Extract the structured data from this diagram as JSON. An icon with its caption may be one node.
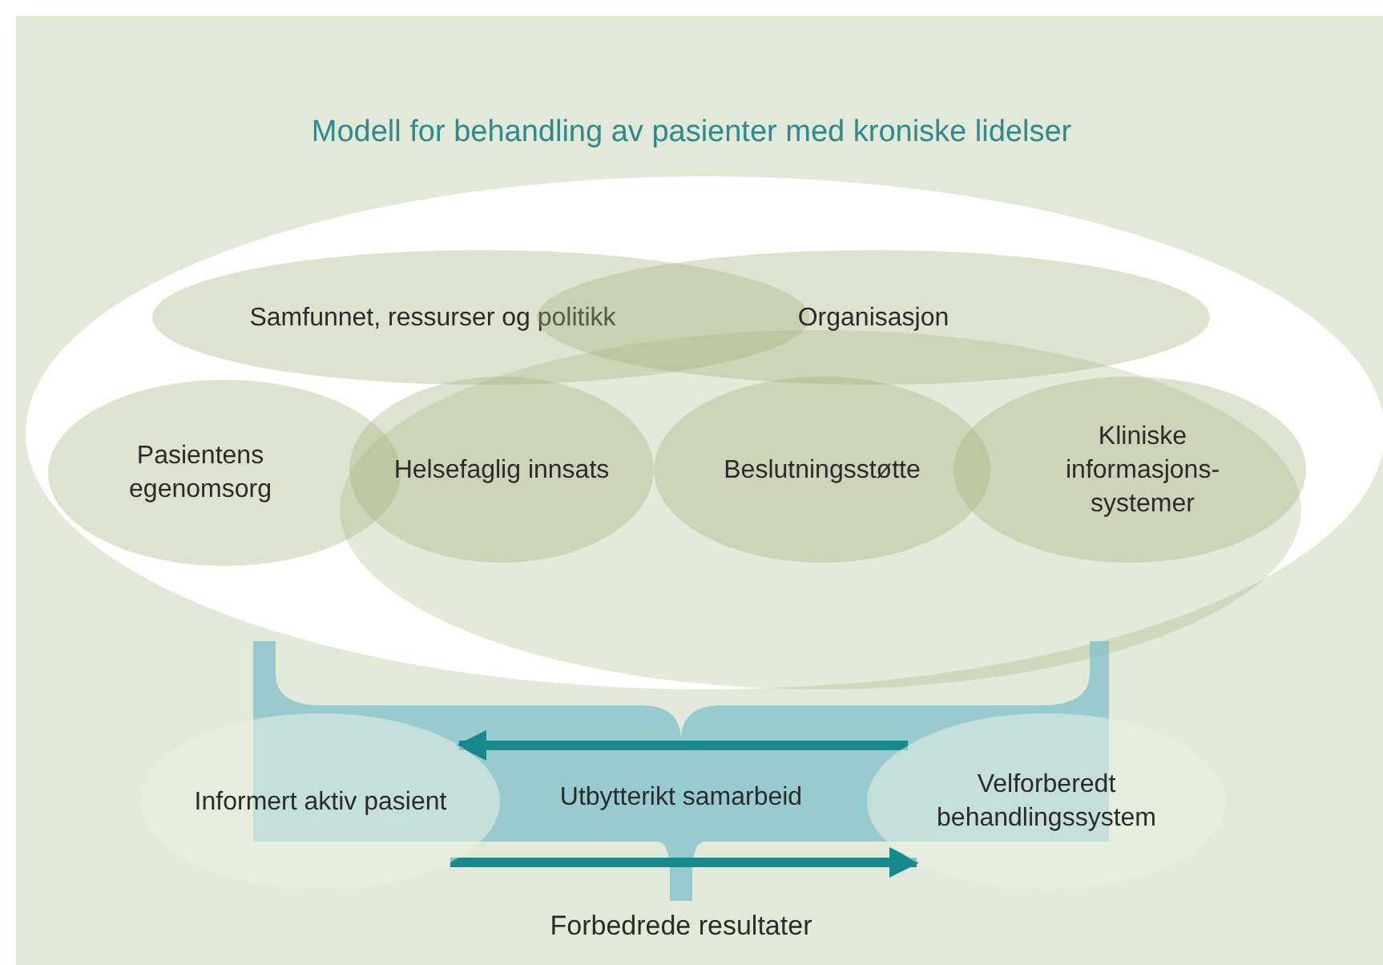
{
  "diagram": {
    "title": "Modell for behandling av pasienter med kroniske lidelser",
    "nodes": [
      {
        "text": [
          "Samfunnet, ressurser og politikk"
        ]
      },
      {
        "text": [
          "Organisasjon"
        ]
      },
      {
        "text": [
          "Pasientens egenomsorg"
        ]
      },
      {
        "text": [
          "Helsefaglig innsats"
        ]
      },
      {
        "text": [
          "Beslutningsstøtte"
        ]
      },
      {
        "text": [
          "Kliniske informasjons- systemer"
        ]
      },
      {
        "text": [
          "Informert aktiv pasient"
        ]
      },
      {
        "text": [
          "Velforberedt behandlingssystem"
        ]
      },
      {
        "text": [
          "Utbytterikt samarbeid"
        ]
      }
    ],
    "edges": [
      {
        "from": 7,
        "to": 6,
        "arrow": "to"
      },
      {
        "from": 6,
        "to": 7,
        "arrow": "to"
      }
    ],
    "labels": [
      "Forbedrede resultater"
    ]
  }
}
